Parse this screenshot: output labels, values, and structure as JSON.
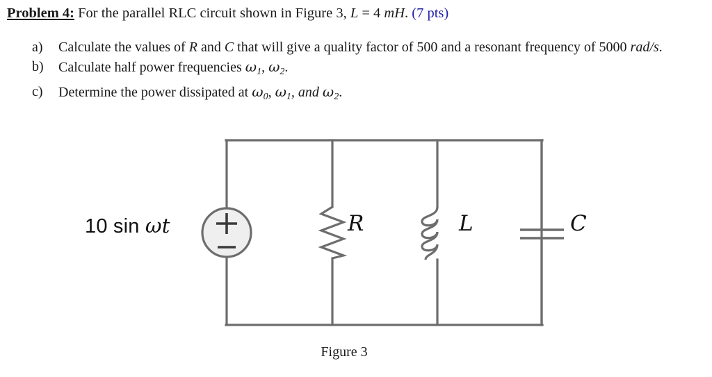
{
  "document": {
    "heading": {
      "problem_label": "Problem 4:",
      "text_before": " For the parallel RLC circuit shown in Figure 3, ",
      "given_symbol": "L",
      "given_relation": " = 4 ",
      "given_unit": "mH",
      "given_period": ".",
      "points": "(7 pts)"
    },
    "parts": [
      {
        "marker": "a)",
        "text": "Calculate the values of R and C that will give a quality factor of 500 and a resonant frequency of 5000 rad/s.",
        "segments": {
          "s1": "Calculate the values of ",
          "v1": "R",
          "s2": " and ",
          "v2": "C",
          "s3": " that will give a quality factor of 500 and a resonant frequency of 5000 ",
          "v3": "rad/s",
          "s4": "."
        }
      },
      {
        "marker": "b)",
        "text": "Calculate half power frequencies ω1, ω2.",
        "segments": {
          "s1": "Calculate half power frequencies ",
          "w1_base": "ω",
          "w1_sub": "1",
          "comma": ", ",
          "w2_base": "ω",
          "w2_sub": "2",
          "s2": "."
        }
      },
      {
        "marker": "c)",
        "text": "Determine the power dissipated at ω0, ω1, and ω2.",
        "segments": {
          "s1": "Determine the power dissipated at ",
          "w0_base": "ω",
          "w0_sub": "0",
          "comma1": ", ",
          "w1_base": "ω",
          "w1_sub": "1",
          "and": ", and ",
          "w2_base": "ω",
          "w2_sub": "2",
          "s2": "."
        }
      }
    ],
    "figure": {
      "caption": "Figure 3",
      "labels": {
        "source_amplitude": "10 sin ",
        "source_omega": "ωt",
        "resistor": "R",
        "inductor": "L",
        "capacitor": "C",
        "source_polarity_plus": "+",
        "source_polarity_minus": "−"
      },
      "components": [
        {
          "name": "voltage-source",
          "type": "ac-sinusoidal-source",
          "label": "10 sin ωt"
        },
        {
          "name": "resistor",
          "type": "resistor",
          "label": "R"
        },
        {
          "name": "inductor",
          "type": "inductor",
          "label": "L"
        },
        {
          "name": "capacitor",
          "type": "capacitor",
          "label": "C"
        }
      ],
      "topology": "parallel RLC driven by a sinusoidal voltage source"
    },
    "colors": {
      "text": "#1a1a1a",
      "points_blue": "#2323a8",
      "wire": "#6b6b6b",
      "wire_dark": "#4a4a4a",
      "source_fill": "#efefef",
      "background": "#ffffff"
    }
  }
}
